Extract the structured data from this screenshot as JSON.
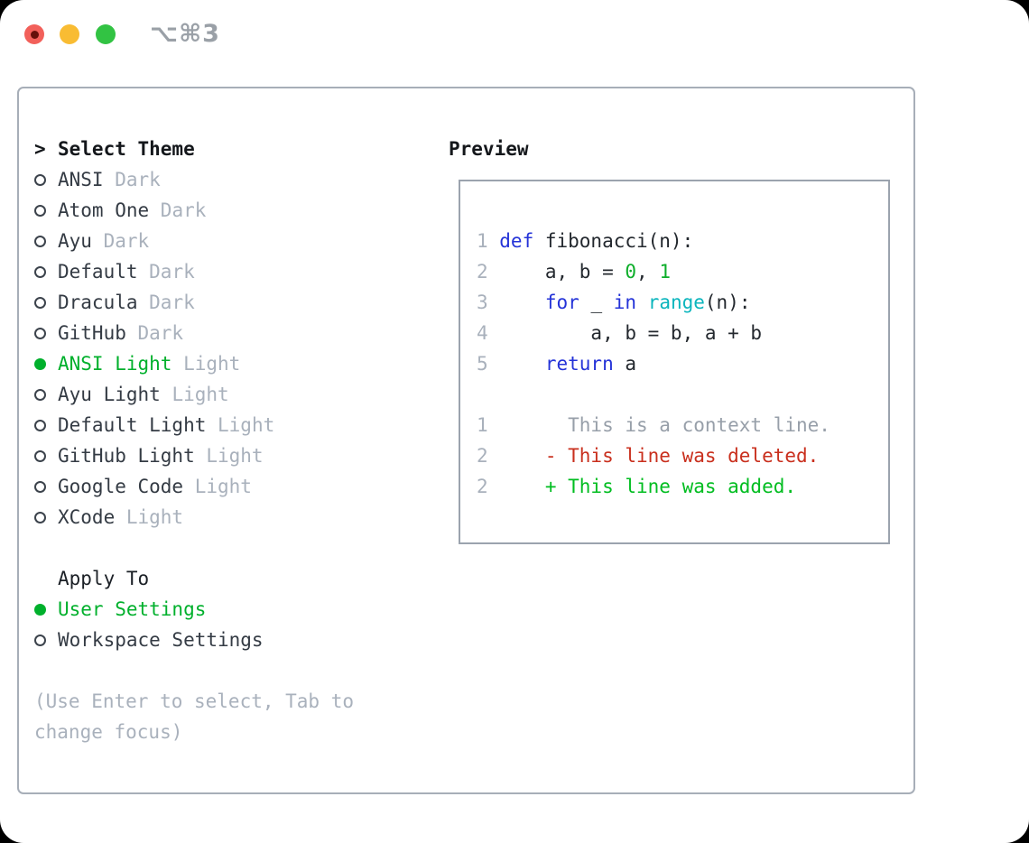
{
  "titlebar": {
    "shortcut": "⌥⌘3"
  },
  "theme_picker": {
    "title_prefix": ">",
    "title": "Select Theme",
    "themes": [
      {
        "name": "ANSI",
        "variant": "Dark",
        "selected": false
      },
      {
        "name": "Atom One",
        "variant": "Dark",
        "selected": false
      },
      {
        "name": "Ayu",
        "variant": "Dark",
        "selected": false
      },
      {
        "name": "Default",
        "variant": "Dark",
        "selected": false
      },
      {
        "name": "Dracula",
        "variant": "Dark",
        "selected": false
      },
      {
        "name": "GitHub",
        "variant": "Dark",
        "selected": false
      },
      {
        "name": "ANSI Light",
        "variant": "Light",
        "selected": true
      },
      {
        "name": "Ayu Light",
        "variant": "Light",
        "selected": false
      },
      {
        "name": "Default Light",
        "variant": "Light",
        "selected": false
      },
      {
        "name": "GitHub Light",
        "variant": "Light",
        "selected": false
      },
      {
        "name": "Google Code",
        "variant": "Light",
        "selected": false
      },
      {
        "name": "XCode",
        "variant": "Light",
        "selected": false
      }
    ],
    "apply_to": {
      "title": "Apply To",
      "options": [
        {
          "name": "User Settings",
          "selected": true
        },
        {
          "name": "Workspace Settings",
          "selected": false
        }
      ]
    },
    "help": "(Use Enter to select, Tab to change focus)"
  },
  "preview": {
    "title": "Preview",
    "lines": [
      {
        "num": "1",
        "tokens": [
          [
            "def",
            "kw"
          ],
          [
            " fibonacci(n):",
            "fg"
          ]
        ]
      },
      {
        "num": "2",
        "tokens": [
          [
            "    a, b = ",
            "fg"
          ],
          [
            "0",
            "num"
          ],
          [
            ", ",
            "fg"
          ],
          [
            "1",
            "num"
          ]
        ]
      },
      {
        "num": "3",
        "tokens": [
          [
            "    ",
            "fg"
          ],
          [
            "for",
            "kw"
          ],
          [
            " _ ",
            "fg"
          ],
          [
            "in",
            "kw"
          ],
          [
            " ",
            "fg"
          ],
          [
            "range",
            "fn"
          ],
          [
            "(n):",
            "fg"
          ]
        ]
      },
      {
        "num": "4",
        "tokens": [
          [
            "        a, b = b, a + b",
            "fg"
          ]
        ]
      },
      {
        "num": "5",
        "tokens": [
          [
            "    ",
            "fg"
          ],
          [
            "return",
            "kw"
          ],
          [
            " a",
            "fg"
          ]
        ]
      },
      {
        "num": "",
        "tokens": []
      },
      {
        "num": "1",
        "tokens": [
          [
            "      This is a context line.",
            "ctx"
          ]
        ]
      },
      {
        "num": "2",
        "tokens": [
          [
            "    - This line was deleted.",
            "del"
          ]
        ]
      },
      {
        "num": "2",
        "tokens": [
          [
            "    + This line was added.",
            "add"
          ]
        ]
      }
    ]
  },
  "colors": {
    "window_bg": "#ffffff",
    "panel_border": "#a7aeb8",
    "preview_border": "#9ba3ae",
    "header_text": "#14171b",
    "item_text": "#343b44",
    "muted": "#a9b1bc",
    "selected_green": "#00b02c",
    "traffic_red": "#f2605a",
    "traffic_red_dot": "#65100a",
    "traffic_yellow": "#f9bc33",
    "traffic_green": "#32c343",
    "shortcut_text": "#9aa0a7",
    "syntax": {
      "fg": "#23282e",
      "kw": "#2433d8",
      "fn": "#0bb5bd",
      "num": "#0dae2a",
      "ctx": "#979fa9",
      "del": "#c92f1d",
      "add": "#00bd20",
      "ln": "#a9b1bc"
    }
  }
}
